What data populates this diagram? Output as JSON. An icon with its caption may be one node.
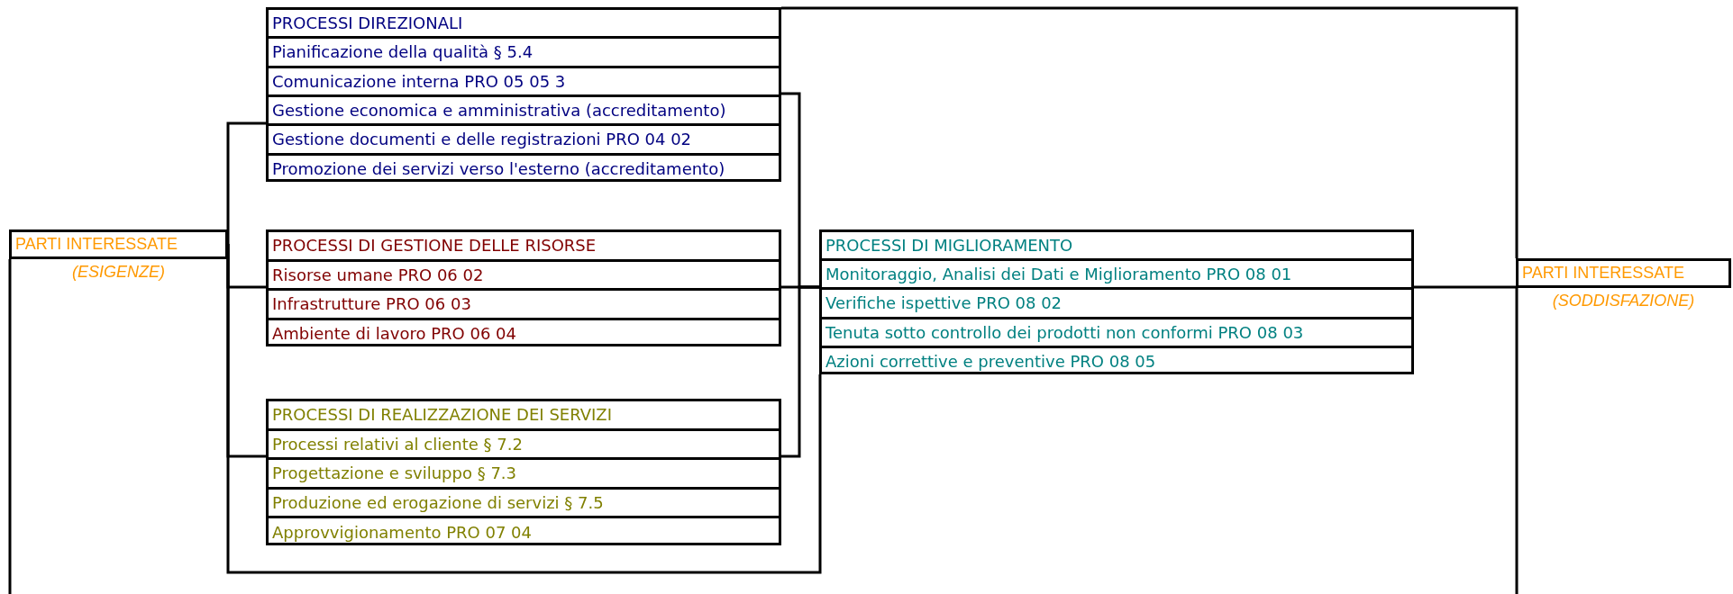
{
  "diagram": {
    "nodes": [
      {
        "text": [
          "PARTI INTERESSATE"
        ],
        "beside": [
          "(ESIGENZE)"
        ]
      },
      {
        "text": [
          "PROCESSI DIREZIONALI"
        ]
      },
      {
        "text": [
          "Pianificazione della qualità § 5.4"
        ],
        "in": 1
      },
      {
        "text": [
          "Comunicazione interna PRO 05 05 3"
        ],
        "in": 1
      },
      {
        "text": [
          "Gestione economica e amministrativa (accreditamento)"
        ],
        "in": 1
      },
      {
        "text": [
          "Gestione documenti e delle registrazioni PRO 04 02"
        ],
        "in": 1
      },
      {
        "text": [
          "Promozione dei servizi verso l'esterno (accreditamento)"
        ],
        "in": 1
      },
      {
        "text": [
          "PROCESSI DI GESTIONE DELLE RISORSE"
        ]
      },
      {
        "text": [
          "Risorse umane PRO 06 02"
        ],
        "in": 7
      },
      {
        "text": [
          "Infrastrutture PRO 06 03"
        ],
        "in": 7
      },
      {
        "text": [
          "Ambiente di lavoro PRO 06 04"
        ],
        "in": 7
      },
      {
        "text": [
          "PROCESSI DI REALIZZAZIONE DEI SERVIZI"
        ]
      },
      {
        "text": [
          "Processi relativi al cliente § 7.2"
        ],
        "in": 11
      },
      {
        "text": [
          "Progettazione e sviluppo § 7.3"
        ],
        "in": 11
      },
      {
        "text": [
          "Produzione ed erogazione di servizi § 7.5"
        ],
        "in": 11
      },
      {
        "text": [
          "Approvvigionamento PRO 07 04"
        ],
        "in": 11
      },
      {
        "text": [
          "PROCESSI DI MIGLIORAMENTO"
        ]
      },
      {
        "text": [
          "Monitoraggio, Analisi dei Dati e Miglioramento PRO 08 01"
        ],
        "in": 16
      },
      {
        "text": [
          "Verifiche ispettive PRO 08 02"
        ],
        "in": 16
      },
      {
        "text": [
          "Tenuta sotto controllo dei prodotti non conformi PRO 08 03"
        ],
        "in": 16
      },
      {
        "text": [
          "Azioni correttive e preventive PRO 08 05"
        ],
        "in": 16
      },
      {
        "text": [
          "PARTI INTERESSATE"
        ],
        "beside": [
          "(SODDISFAZIONE)"
        ]
      }
    ],
    "edges": [
      {
        "from": 0,
        "to": 1,
        "arrow": "none"
      },
      {
        "from": 0,
        "to": 7,
        "arrow": "none"
      },
      {
        "from": 0,
        "to": 11,
        "arrow": "none"
      },
      {
        "from": 0,
        "to": 16,
        "arrow": "none"
      },
      {
        "from": 1,
        "to": 16,
        "arrow": "none"
      },
      {
        "from": 11,
        "to": 16,
        "arrow": "none"
      },
      {
        "from": 7,
        "to": 16,
        "arrow": "none"
      },
      {
        "from": 16,
        "to": 21,
        "arrow": "none"
      },
      {
        "from": 1,
        "to": 21,
        "arrow": "none"
      },
      {
        "from": 0,
        "to": 21,
        "arrow": "none"
      }
    ]
  }
}
